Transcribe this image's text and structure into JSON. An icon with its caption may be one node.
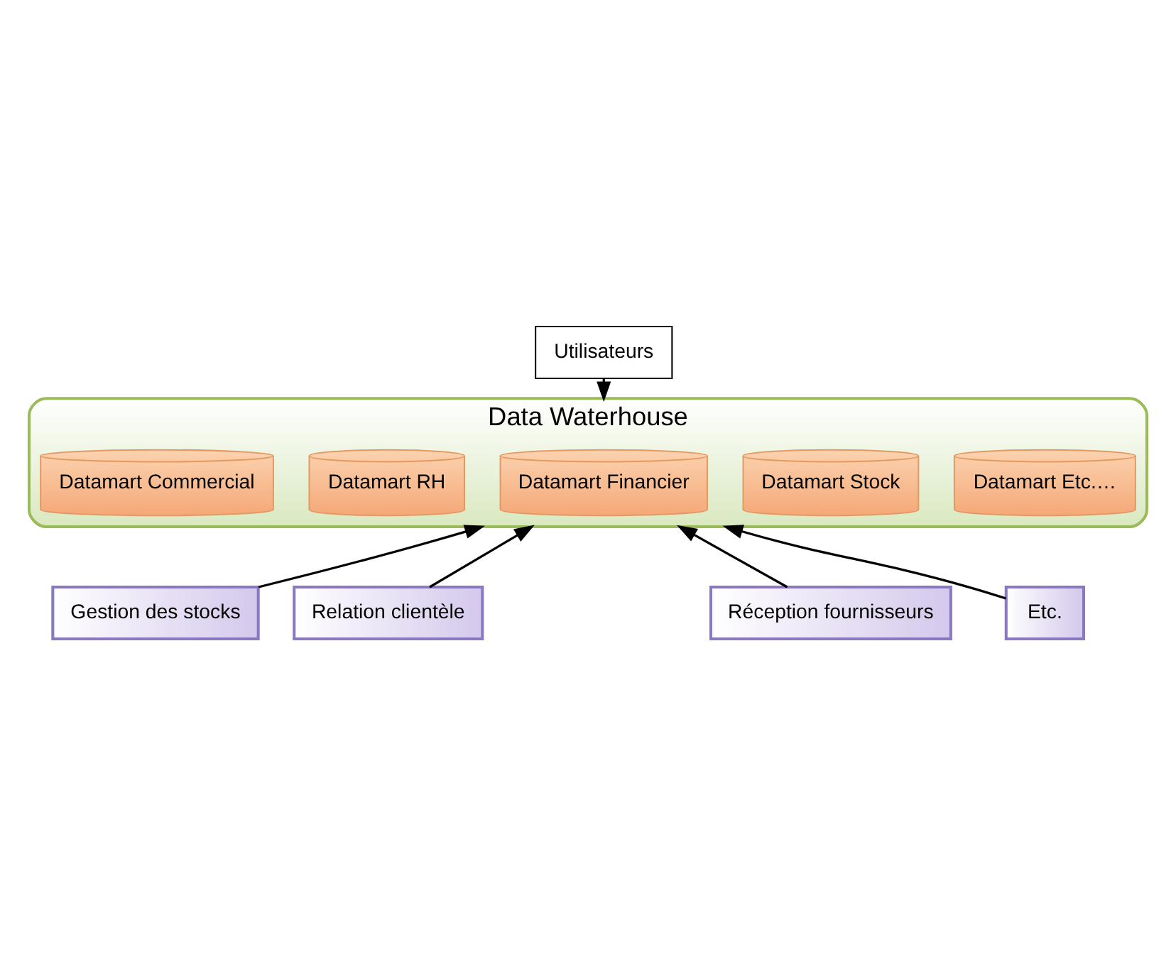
{
  "diagram": {
    "nodes": [
      {
        "text": [
          "Utilisateurs"
        ]
      },
      {
        "text": [
          "Data Waterhouse"
        ]
      },
      {
        "text": [
          "Datamart Commercial"
        ],
        "in": 1
      },
      {
        "text": [
          "Datamart RH"
        ],
        "in": 1
      },
      {
        "text": [
          "Datamart Financier"
        ],
        "in": 1
      },
      {
        "text": [
          "Datamart Stock"
        ],
        "in": 1
      },
      {
        "text": [
          "Datamart Etc.…"
        ],
        "in": 1
      },
      {
        "text": [
          "Gestion des stocks"
        ]
      },
      {
        "text": [
          "Relation clientèle"
        ]
      },
      {
        "text": [
          "Réception fournisseurs"
        ]
      },
      {
        "text": [
          "Etc."
        ]
      }
    ],
    "edges": [
      {
        "from": 0,
        "to": 1,
        "arrow": "to"
      },
      {
        "from": 7,
        "to": 1,
        "arrow": "to"
      },
      {
        "from": 8,
        "to": 1,
        "arrow": "to"
      },
      {
        "from": 9,
        "to": 1,
        "arrow": "to"
      },
      {
        "from": 10,
        "to": 1,
        "arrow": "to"
      }
    ]
  }
}
